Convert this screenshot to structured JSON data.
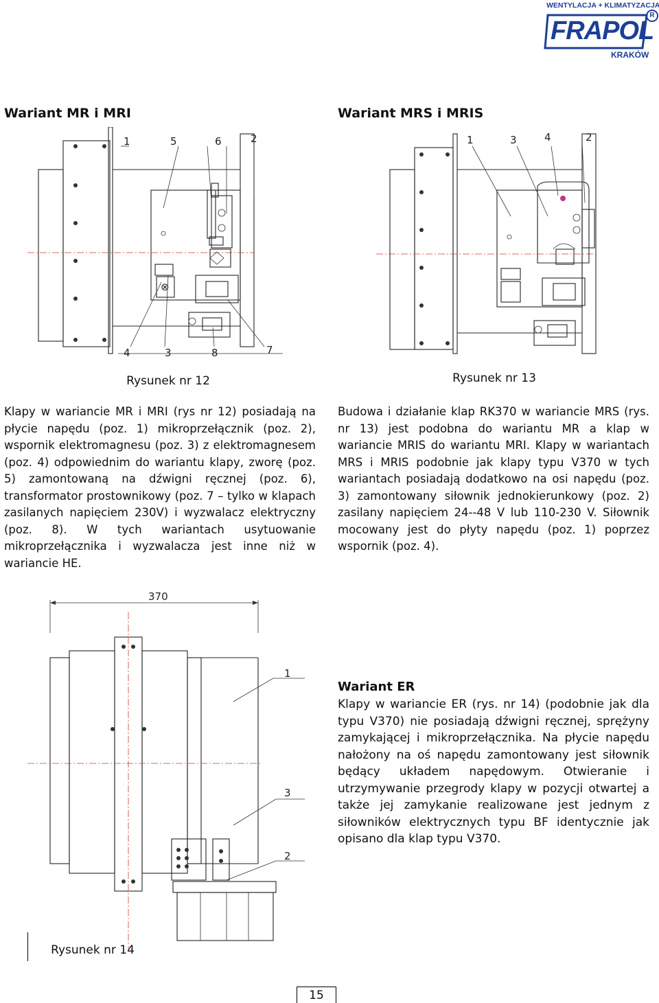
{
  "logo": {
    "tagline": "WENTYLACJA + KLIMATYZACJA",
    "brand": "FRAPOL",
    "city": "KRAKÓW",
    "registered": "R"
  },
  "left": {
    "heading": "Wariant MR i MRI",
    "caption": "Rysunek nr 12",
    "labels_top": [
      "1",
      "5",
      "6",
      "2"
    ],
    "labels_bottom": [
      "4",
      "3",
      "8",
      "7"
    ],
    "paragraph": "Klapy w wariancie MR i MRI (rys nr 12) posiadają na płycie napędu (poz. 1) mikroprzełącznik (poz. 2), wspornik elektromagnesu (poz. 3) z elektromagnesem (poz. 4) odpowiednim do wariantu klapy, zworę (poz. 5) zamontowaną na dźwigni ręcznej (poz. 6), transformator prostownikowy (poz. 7 – tylko w klapach zasilanych napięciem 230V) i wyzwalacz elektryczny (poz. 8). W tych wariantach usytuowanie mikroprzełącznika i wyzwalacza jest inne niż w wariancie HE."
  },
  "right": {
    "heading": "Wariant MRS i MRIS",
    "caption": "Rysunek nr 13",
    "labels_top": [
      "1",
      "3",
      "4",
      "2"
    ],
    "paragraph": "Budowa i działanie klap RK370 w wariancie MRS (rys. nr 13) jest podobna do wariantu MR a klap w wariancie MRIS do wariantu MRI. Klapy w wariantach MRS i MRIS podobnie jak klapy typu V370 w tych wariantach posiadają dodatkowo na osi napędu (poz. 3) zamontowany siłownik jednokierunkowy (poz. 2) zasilany napięciem 24--48 V lub 110-230 V. Siłownik mocowany jest do płyty napędu (poz. 1) poprzez wspornik (poz. 4)."
  },
  "bottom": {
    "dimension": "370",
    "labels": [
      "1",
      "3",
      "2"
    ],
    "caption": "Rysunek nr 14",
    "heading": "Wariant ER",
    "paragraph": "Klapy w wariancie ER (rys. nr 14) (podobnie jak dla typu V370) nie posiadają dźwigni ręcznej, sprężyny zamykającej i mikroprzełącznika. Na płycie napędu nałożony na oś napędu zamontowany jest siłownik będący układem napędowym. Otwieranie i utrzymywanie przegrody klapy w pozycji otwartej a także jej zamykanie realizowane jest jednym z siłowników elektrycznych typu BF identycznie jak opisano dla klap typu V370."
  },
  "page_number": "15",
  "colors": {
    "brand_blue": "#1c3f95",
    "centerline_red": "#d23a3a"
  }
}
